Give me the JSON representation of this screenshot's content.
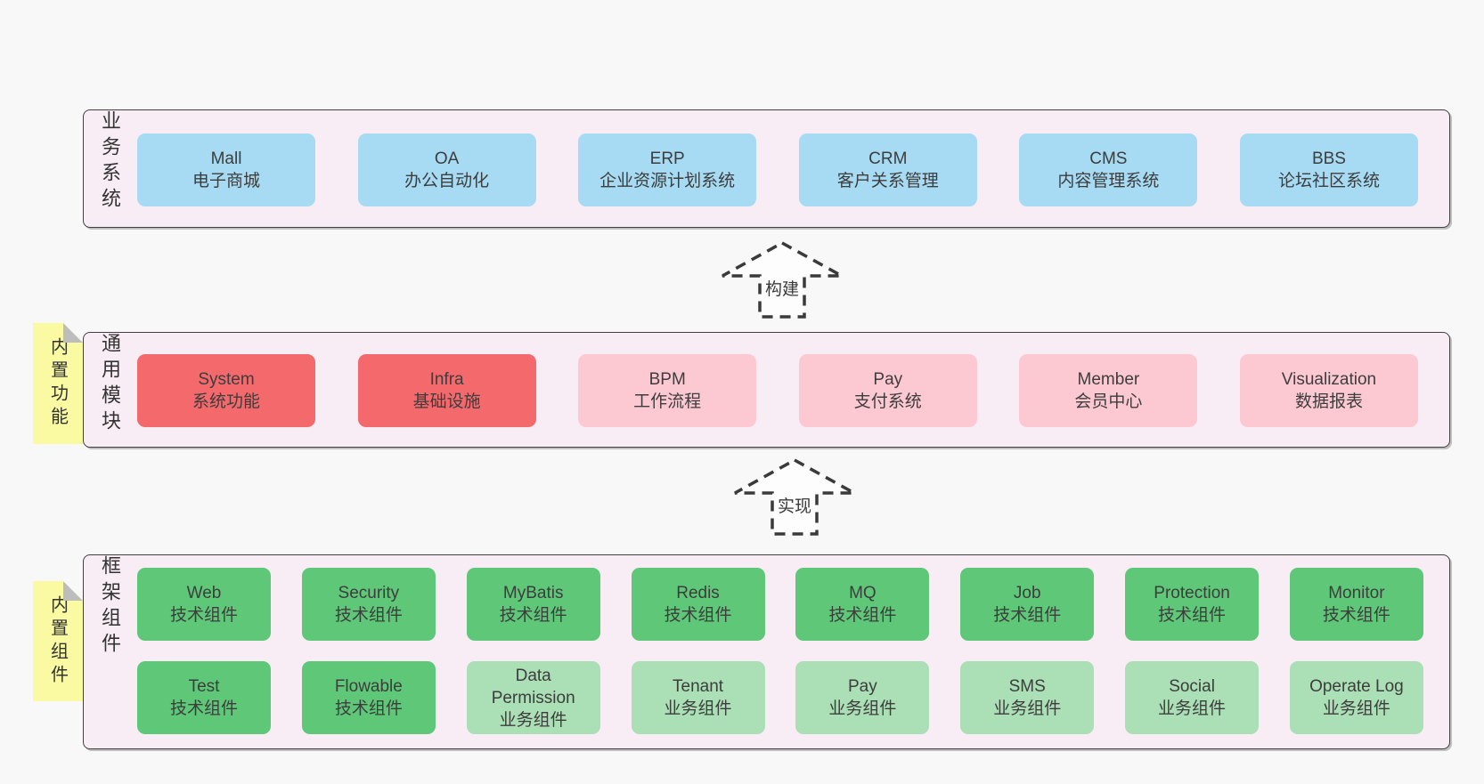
{
  "colors": {
    "blue": "#a6dbf3",
    "red": "#f4696c",
    "pink": "#fcc9d2",
    "green": "#5ec878",
    "lightGreen": "#abdfb5",
    "band_bg": "#f8edf5",
    "band_border": "#404040",
    "sticky_bg": "#fafaa2",
    "fold_gray": "#bdbdbd",
    "arrow_stroke": "#3a3a3a",
    "page_bg": "#f8f8f8",
    "text": "#3d3d3d"
  },
  "arrows": [
    {
      "label": "构建"
    },
    {
      "label": "实现"
    }
  ],
  "bands": [
    {
      "side_label": "业务系统",
      "sticky": null,
      "rows": [
        [
          {
            "title": "Mall",
            "subtitle": "电子商城",
            "variant": "blue"
          },
          {
            "title": "OA",
            "subtitle": "办公自动化",
            "variant": "blue"
          },
          {
            "title": "ERP",
            "subtitle": "企业资源计划系统",
            "variant": "blue"
          },
          {
            "title": "CRM",
            "subtitle": "客户关系管理",
            "variant": "blue"
          },
          {
            "title": "CMS",
            "subtitle": "内容管理系统",
            "variant": "blue"
          },
          {
            "title": "BBS",
            "subtitle": "论坛社区系统",
            "variant": "blue"
          }
        ]
      ]
    },
    {
      "side_label": "通用模块",
      "sticky": "内置功能",
      "rows": [
        [
          {
            "title": "System",
            "subtitle": "系统功能",
            "variant": "red"
          },
          {
            "title": "Infra",
            "subtitle": "基础设施",
            "variant": "red"
          },
          {
            "title": "BPM",
            "subtitle": "工作流程",
            "variant": "pink"
          },
          {
            "title": "Pay",
            "subtitle": "支付系统",
            "variant": "pink"
          },
          {
            "title": "Member",
            "subtitle": "会员中心",
            "variant": "pink"
          },
          {
            "title": "Visualization",
            "subtitle": "数据报表",
            "variant": "pink"
          }
        ]
      ]
    },
    {
      "side_label": "框架组件",
      "sticky": "内置组件",
      "rows": [
        [
          {
            "title": "Web",
            "subtitle": "技术组件",
            "variant": "green"
          },
          {
            "title": "Security",
            "subtitle": "技术组件",
            "variant": "green"
          },
          {
            "title": "MyBatis",
            "subtitle": "技术组件",
            "variant": "green"
          },
          {
            "title": "Redis",
            "subtitle": "技术组件",
            "variant": "green"
          },
          {
            "title": "MQ",
            "subtitle": "技术组件",
            "variant": "green"
          },
          {
            "title": "Job",
            "subtitle": "技术组件",
            "variant": "green"
          },
          {
            "title": "Protection",
            "subtitle": "技术组件",
            "variant": "green"
          },
          {
            "title": "Monitor",
            "subtitle": "技术组件",
            "variant": "green"
          }
        ],
        [
          {
            "title": "Test",
            "subtitle": "技术组件",
            "variant": "green"
          },
          {
            "title": "Flowable",
            "subtitle": "技术组件",
            "variant": "green"
          },
          {
            "title": "Data Permission",
            "subtitle": "业务组件",
            "variant": "lightGreen"
          },
          {
            "title": "Tenant",
            "subtitle": "业务组件",
            "variant": "lightGreen"
          },
          {
            "title": "Pay",
            "subtitle": "业务组件",
            "variant": "lightGreen"
          },
          {
            "title": "SMS",
            "subtitle": "业务组件",
            "variant": "lightGreen"
          },
          {
            "title": "Social",
            "subtitle": "业务组件",
            "variant": "lightGreen"
          },
          {
            "title": "Operate Log",
            "subtitle": "业务组件",
            "variant": "lightGreen"
          }
        ]
      ]
    }
  ]
}
